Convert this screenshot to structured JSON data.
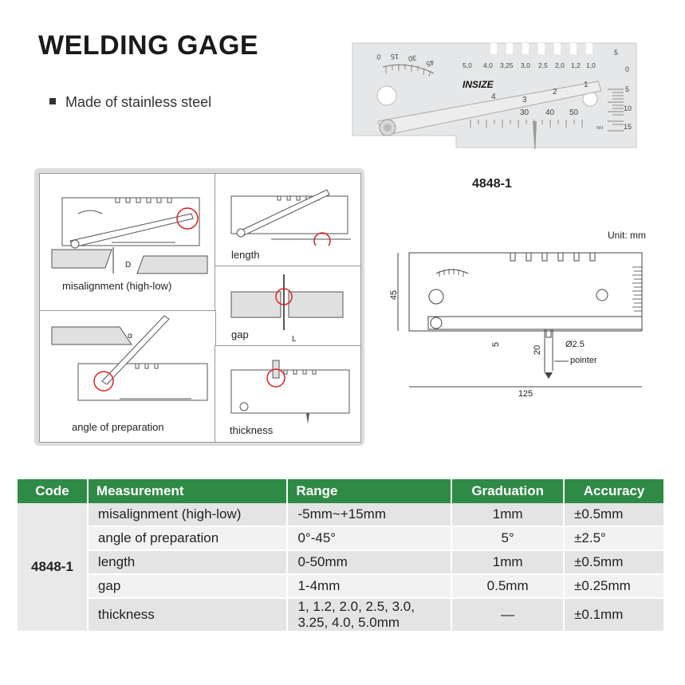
{
  "header": {
    "title": "WELDING GAGE",
    "feature": "Made of stainless steel"
  },
  "product_photo": {
    "brand": "INSIZE",
    "angle_marks": [
      "0",
      "15",
      "30",
      "45"
    ],
    "thickness_marks": [
      "5,0",
      "4,0",
      "3,25",
      "3,0",
      "2,5",
      "2,0",
      "1,2",
      "1,0"
    ],
    "arm_marks": [
      "1",
      "2",
      "3",
      "4"
    ],
    "length_marks": [
      "30",
      "40",
      "50"
    ],
    "right_scale": [
      "5",
      "0",
      "5",
      "10",
      "15"
    ],
    "unit_mark": "MM"
  },
  "model_label": "4848-1",
  "usage": {
    "misalignment": {
      "caption": "misalignment (high-low)",
      "mark": "D"
    },
    "length": {
      "caption": "length"
    },
    "gap": {
      "caption": "gap",
      "mark": "L"
    },
    "angle": {
      "caption": "angle of preparation",
      "mark": "α"
    },
    "thickness": {
      "caption": "thickness"
    }
  },
  "dimensions": {
    "unit": "Unit: mm",
    "height": "45",
    "length": "125",
    "offset": "5",
    "pointer_len": "20",
    "pointer_dia": "Ø2.5",
    "pointer_label": "pointer"
  },
  "spec_table": {
    "headers": [
      "Code",
      "Measurement",
      "Range",
      "Graduation",
      "Accuracy"
    ],
    "code": "4848-1",
    "rows": [
      {
        "measurement": "misalignment (high-low)",
        "range": "-5mm~+15mm",
        "graduation": "1mm",
        "accuracy": "±0.5mm"
      },
      {
        "measurement": "angle of preparation",
        "range": "0°-45°",
        "graduation": "5°",
        "accuracy": "±2.5°"
      },
      {
        "measurement": "length",
        "range": "0-50mm",
        "graduation": "1mm",
        "accuracy": "±0.5mm"
      },
      {
        "measurement": "gap",
        "range": "1-4mm",
        "graduation": "0.5mm",
        "accuracy": "±0.25mm"
      },
      {
        "measurement": "thickness",
        "range_line1": "1, 1.2, 2.0, 2.5, 3.0,",
        "range_line2": "3.25, 4.0, 5.0mm",
        "graduation": "—",
        "accuracy": "±0.1mm"
      }
    ]
  },
  "colors": {
    "header_green": "#2f8a46",
    "usage_bg": "#dcdcdc",
    "circle_red": "#d22"
  }
}
